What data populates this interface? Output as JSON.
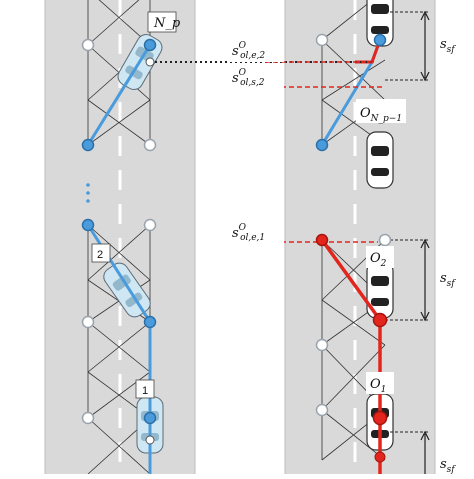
{
  "colors": {
    "road": "#d9d9d9",
    "lane_dash": "#ffffff",
    "node_fill": "#ffffff",
    "node_stroke": "#9aa3ad",
    "blue_path": "#4a9bdc",
    "red_path": "#e3261d",
    "dotted": "#222222",
    "red_dashed": "#e3261d"
  },
  "left_panel": {
    "vehicle_labels": [
      "N_p",
      "2",
      "1"
    ],
    "ellipsis": "⋮"
  },
  "right_panel": {
    "obstacle_labels": {
      "o_np_minus_1": {
        "base": "O",
        "sub": "N_p−1"
      },
      "o2": {
        "base": "O",
        "sub": "2"
      },
      "o1": {
        "base": "O",
        "sub": "1"
      }
    },
    "gap_labels": {
      "ssf_top": {
        "base": "s",
        "sub": "sf"
      },
      "ssf_mid": {
        "base": "s",
        "sub": "sf"
      },
      "ssf_bottom": {
        "base": "s",
        "sub": "sf"
      }
    }
  },
  "annotations": {
    "s_ol_e2": {
      "base": "s",
      "sup": "O",
      "sub": "ol,e,2"
    },
    "s_ol_s2": {
      "base": "s",
      "sup": "O",
      "sub": "ol,s,2"
    },
    "s_ol_e1": {
      "base": "s",
      "sup": "O",
      "sub": "ol,e,1"
    }
  }
}
